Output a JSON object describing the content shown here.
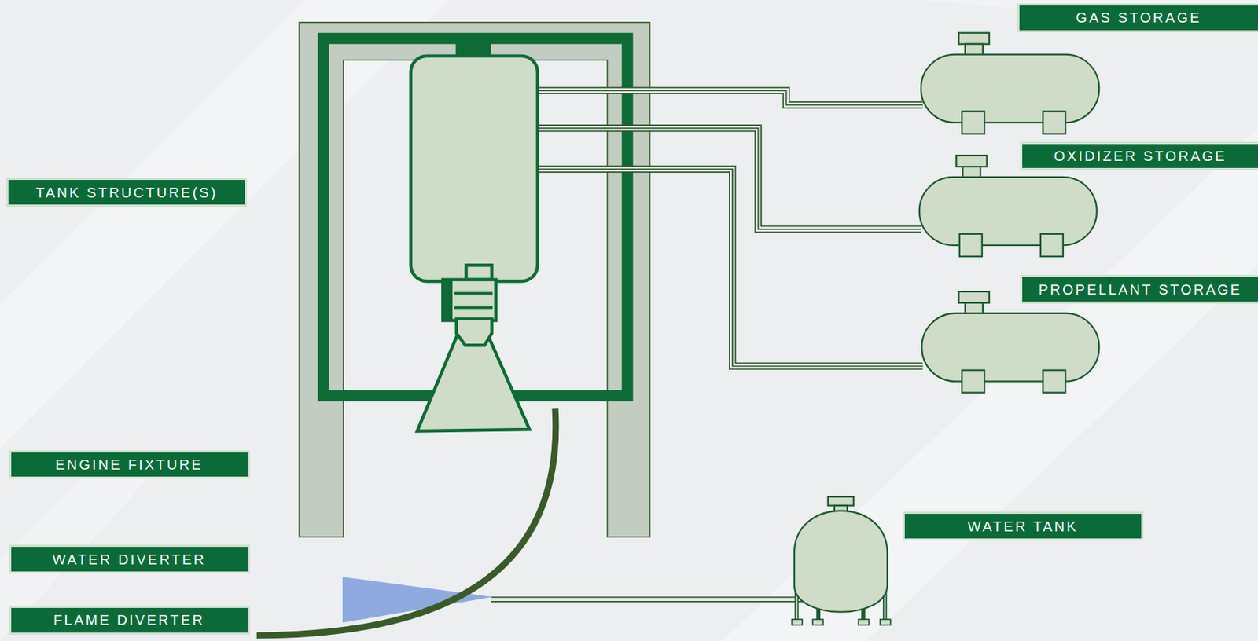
{
  "diagram": {
    "nodes": [
      {
        "text": [
          "GAS STORAGE"
        ]
      },
      {
        "text": [
          "OXIDIZER STORAGE"
        ]
      },
      {
        "text": [
          "TANK STRUCTURE(S)"
        ]
      },
      {
        "text": [
          "PROPELLANT STORAGE"
        ]
      },
      {
        "text": [
          "ENGINE FIXTURE"
        ]
      },
      {
        "text": [
          "WATER TANK"
        ]
      },
      {
        "text": [
          "WATER DIVERTER"
        ]
      },
      {
        "text": [
          "FLAME DIVERTER"
        ]
      }
    ]
  }
}
